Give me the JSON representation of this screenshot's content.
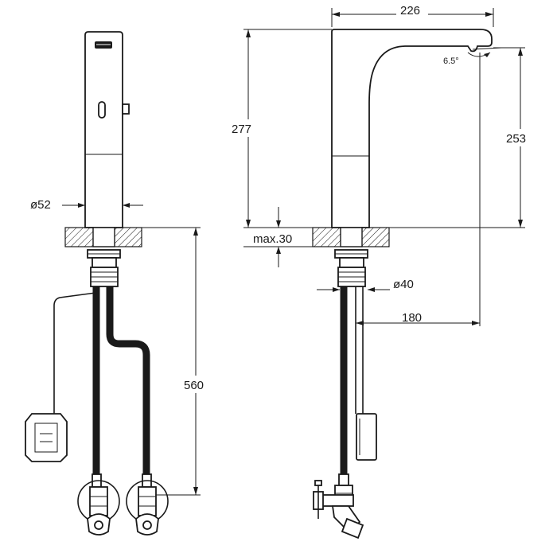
{
  "dimensions": {
    "width_spout": "226",
    "spout_angle": "6.5°",
    "total_height": "277",
    "outlet_height": "253",
    "body_diameter": "ø52",
    "max_counter": "max.30",
    "hose_diameter": "ø40",
    "hose_offset": "180",
    "hose_length": "560"
  },
  "colors": {
    "line": "#1a1a1a",
    "background": "#ffffff"
  }
}
